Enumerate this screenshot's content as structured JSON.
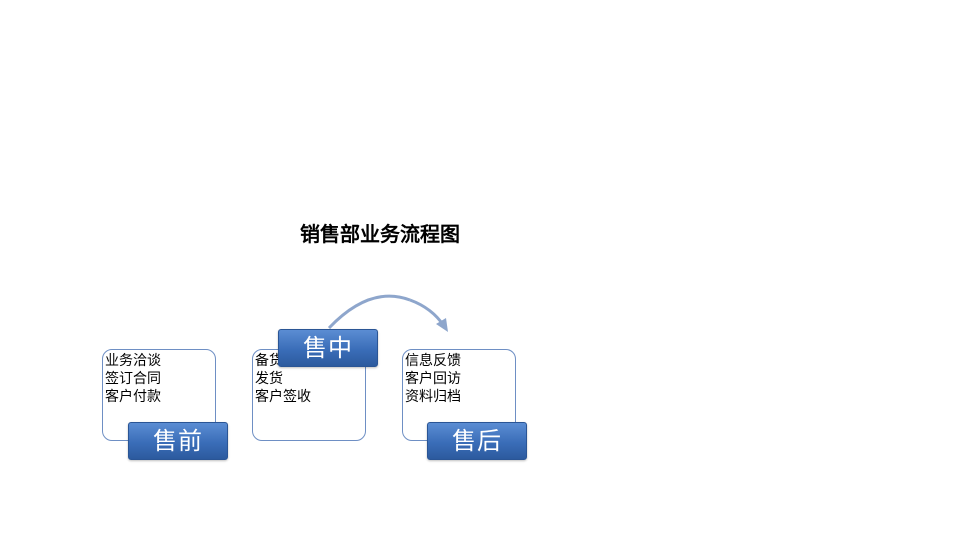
{
  "diagram": {
    "title": "销售部业务流程图",
    "stages": [
      {
        "tag": "售前",
        "lines": [
          "业务洽谈",
          "签订合同",
          "客户付款"
        ]
      },
      {
        "tag": "售中",
        "lines": [
          "备货",
          "发货",
          "客户签收"
        ]
      },
      {
        "tag": "售后",
        "lines": [
          "信息反馈",
          "客户回访",
          "资料归档"
        ]
      }
    ]
  },
  "colors": {
    "box_border": "#6e8fc4",
    "tag_fill": "#3a6db8",
    "arc": "#8ea6cc"
  }
}
